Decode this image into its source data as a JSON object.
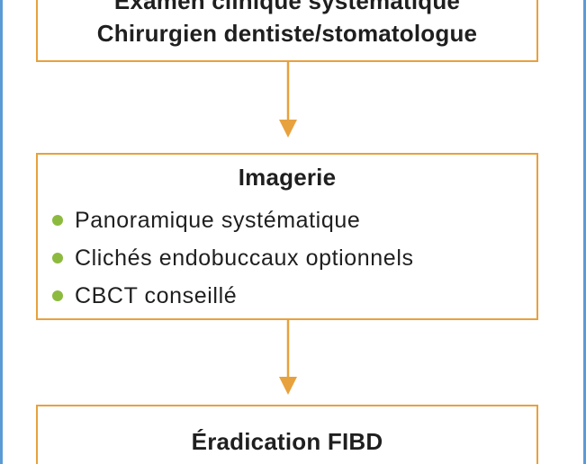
{
  "flowchart": {
    "colors": {
      "box_border": "#e7a13d",
      "arrow": "#e7a13d",
      "bullet": "#8cba3e",
      "frame": "#5b9bd5"
    },
    "step1": {
      "line1": "Examen clinique systématique",
      "line2": "Chirurgien dentiste/stomatologue"
    },
    "step2": {
      "title": "Imagerie",
      "items": [
        "Panoramique systématique",
        "Clichés endobuccaux optionnels",
        "CBCT conseillé"
      ]
    },
    "step3": {
      "title": "Éradication FIBD"
    }
  }
}
